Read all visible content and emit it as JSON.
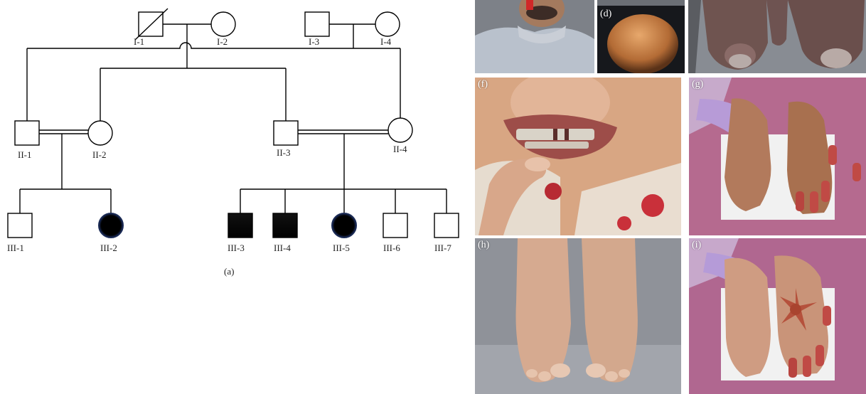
{
  "pedigree": {
    "caption": "(a)",
    "individuals": [
      {
        "id": "I-1",
        "label": "I-1",
        "sex": "male",
        "affected": false,
        "deceased": true
      },
      {
        "id": "I-2",
        "label": "I-2",
        "sex": "female",
        "affected": false,
        "deceased": false
      },
      {
        "id": "I-3",
        "label": "I-3",
        "sex": "male",
        "affected": false,
        "deceased": false
      },
      {
        "id": "I-4",
        "label": "I-4",
        "sex": "female",
        "affected": false,
        "deceased": false
      },
      {
        "id": "II-1",
        "label": "II-1",
        "sex": "male",
        "affected": false,
        "deceased": false
      },
      {
        "id": "II-2",
        "label": "II-2",
        "sex": "female",
        "affected": false,
        "deceased": false
      },
      {
        "id": "II-3",
        "label": "II-3",
        "sex": "male",
        "affected": false,
        "deceased": false
      },
      {
        "id": "II-4",
        "label": "II-4",
        "sex": "female",
        "affected": false,
        "deceased": false
      },
      {
        "id": "III-1",
        "label": "III-1",
        "sex": "male",
        "affected": false,
        "deceased": false
      },
      {
        "id": "III-2",
        "label": "III-2",
        "sex": "female",
        "affected": true,
        "deceased": false
      },
      {
        "id": "III-3",
        "label": "III-3",
        "sex": "male",
        "affected": true,
        "deceased": false
      },
      {
        "id": "III-4",
        "label": "III-4",
        "sex": "male",
        "affected": true,
        "deceased": false
      },
      {
        "id": "III-5",
        "label": "III-5",
        "sex": "female",
        "affected": true,
        "deceased": false
      },
      {
        "id": "III-6",
        "label": "III-6",
        "sex": "male",
        "affected": false,
        "deceased": false
      },
      {
        "id": "III-7",
        "label": "III-7",
        "sex": "male",
        "affected": false,
        "deceased": false
      }
    ],
    "consanguineous_unions": [
      [
        "II-1",
        "II-2"
      ],
      [
        "II-3",
        "II-4"
      ]
    ]
  },
  "photos": {
    "c": {
      "label": "",
      "subject": "face-shoulders"
    },
    "d": {
      "label": "(d)",
      "subject": "scalp"
    },
    "e": {
      "label": "",
      "subject": "toes"
    },
    "f": {
      "label": "(f)",
      "subject": "teeth"
    },
    "g": {
      "label": "(g)",
      "subject": "hands-dorsal"
    },
    "h": {
      "label": "(h)",
      "subject": "feet"
    },
    "i": {
      "label": "(i)",
      "subject": "hands-palmar"
    }
  },
  "colors": {
    "affected": "#000000",
    "line": "#000000",
    "affected_rim": "#1a2a55"
  }
}
